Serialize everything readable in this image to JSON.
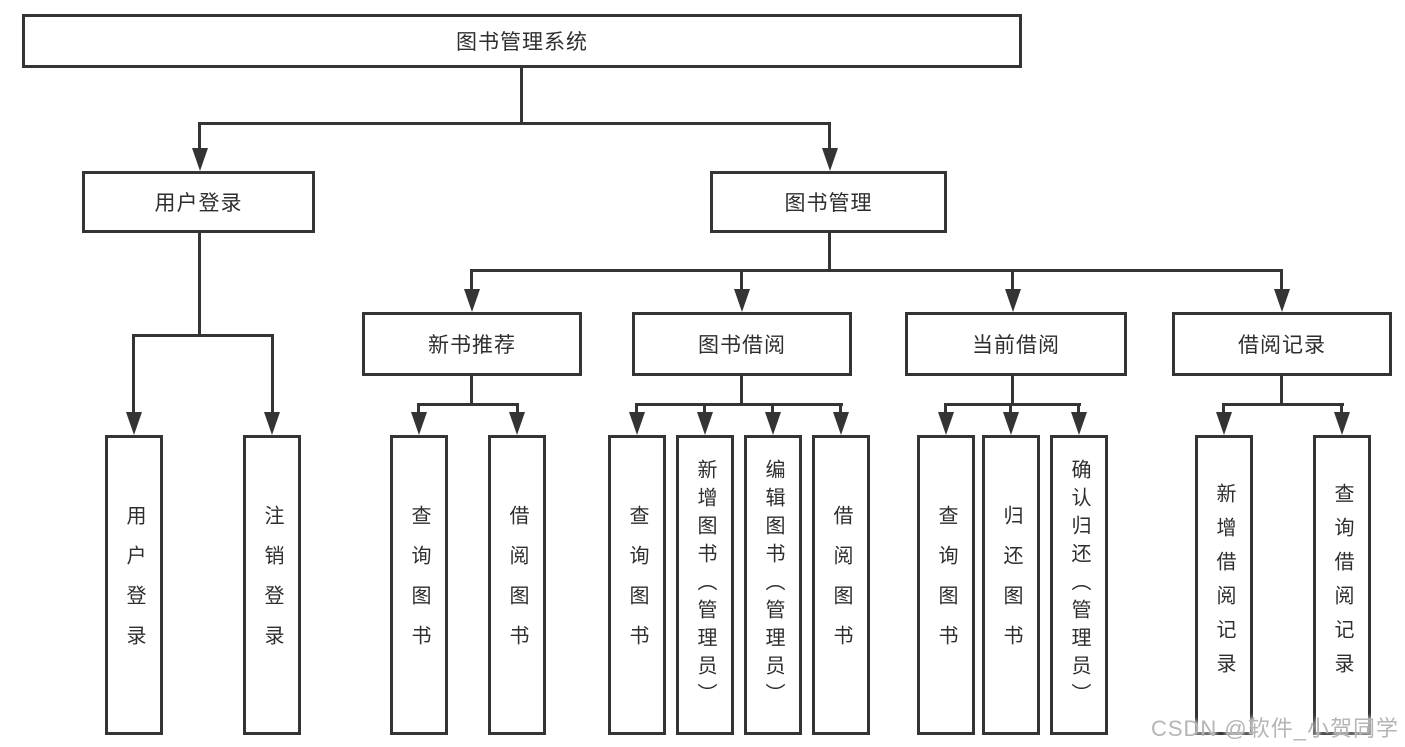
{
  "tree": {
    "label": "图书管理系统",
    "children": [
      {
        "label": "用户登录",
        "children": [
          {
            "label": "用户登录"
          },
          {
            "label": "注销登录"
          }
        ]
      },
      {
        "label": "图书管理",
        "children": [
          {
            "label": "新书推荐",
            "children": [
              {
                "label": "查询图书"
              },
              {
                "label": "借阅图书"
              }
            ]
          },
          {
            "label": "图书借阅",
            "children": [
              {
                "label": "查询图书"
              },
              {
                "label": "新增图书（管理员）"
              },
              {
                "label": "编辑图书（管理员）"
              },
              {
                "label": "借阅图书"
              }
            ]
          },
          {
            "label": "当前借阅",
            "children": [
              {
                "label": "查询图书"
              },
              {
                "label": "归还图书"
              },
              {
                "label": "确认归还（管理员）"
              }
            ]
          },
          {
            "label": "借阅记录",
            "children": [
              {
                "label": "新增借阅记录"
              },
              {
                "label": "查询借阅记录"
              }
            ]
          }
        ]
      }
    ]
  },
  "watermark": {
    "text": "CSDN @软件_小贺同学"
  },
  "colors": {
    "line": "#343434",
    "box_border": "#343434",
    "text": "#2e2e2e",
    "watermark": "#b5b5b5",
    "background": "#ffffff"
  }
}
